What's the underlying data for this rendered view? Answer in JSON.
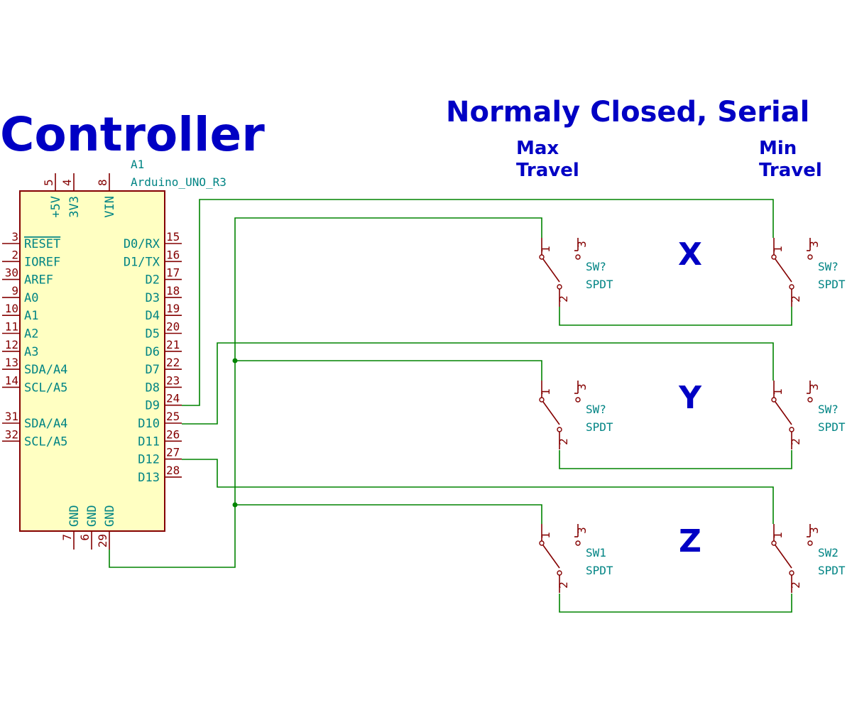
{
  "titles": {
    "controller": "Controller",
    "mode": "Normaly Closed, Serial",
    "max_travel": [
      "Max",
      "Travel"
    ],
    "min_travel": [
      "Min",
      "Travel"
    ]
  },
  "arduino": {
    "ref": "A1",
    "value": "Arduino_UNO_R3",
    "top_pins": [
      {
        "name": "+5V",
        "num": "5"
      },
      {
        "name": "3V3",
        "num": "4"
      },
      {
        "name": "VIN",
        "num": "8"
      }
    ],
    "left_pins": [
      {
        "name": "RESET",
        "num": "3",
        "overbar": true
      },
      {
        "name": "IOREF",
        "num": "2"
      },
      {
        "name": "AREF",
        "num": "30"
      },
      {
        "name": "A0",
        "num": "9"
      },
      {
        "name": "A1",
        "num": "10"
      },
      {
        "name": "A2",
        "num": "11"
      },
      {
        "name": "A3",
        "num": "12"
      },
      {
        "name": "SDA/A4",
        "num": "13"
      },
      {
        "name": "SCL/A5",
        "num": "14"
      },
      {
        "name": "SDA/A4",
        "num": "31"
      },
      {
        "name": "SCL/A5",
        "num": "32"
      }
    ],
    "right_pins": [
      {
        "name": "D0/RX",
        "num": "15"
      },
      {
        "name": "D1/TX",
        "num": "16"
      },
      {
        "name": "D2",
        "num": "17"
      },
      {
        "name": "D3",
        "num": "18"
      },
      {
        "name": "D4",
        "num": "19"
      },
      {
        "name": "D5",
        "num": "20"
      },
      {
        "name": "D6",
        "num": "21"
      },
      {
        "name": "D7",
        "num": "22"
      },
      {
        "name": "D8",
        "num": "23"
      },
      {
        "name": "D9",
        "num": "24"
      },
      {
        "name": "D10",
        "num": "25"
      },
      {
        "name": "D11",
        "num": "26"
      },
      {
        "name": "D12",
        "num": "27"
      },
      {
        "name": "D13",
        "num": "28"
      }
    ],
    "bottom_pins": [
      {
        "name": "GND",
        "num": "7"
      },
      {
        "name": "GND",
        "num": "6"
      },
      {
        "name": "GND",
        "num": "29"
      }
    ]
  },
  "axes": [
    {
      "label": "X",
      "max_switch": {
        "ref": "SW?",
        "value": "SPDT"
      },
      "min_switch": {
        "ref": "SW?",
        "value": "SPDT"
      }
    },
    {
      "label": "Y",
      "max_switch": {
        "ref": "SW?",
        "value": "SPDT"
      },
      "min_switch": {
        "ref": "SW?",
        "value": "SPDT"
      }
    },
    {
      "label": "Z",
      "max_switch": {
        "ref": "SW1",
        "value": "SPDT"
      },
      "min_switch": {
        "ref": "SW2",
        "value": "SPDT"
      }
    }
  ],
  "switch_pins": [
    "1",
    "2",
    "3"
  ],
  "colors": {
    "wire": "#008400",
    "pin": "#840000",
    "body": "#ffffc2",
    "text_teal": "#008484",
    "title_blue": "#0000c4"
  }
}
